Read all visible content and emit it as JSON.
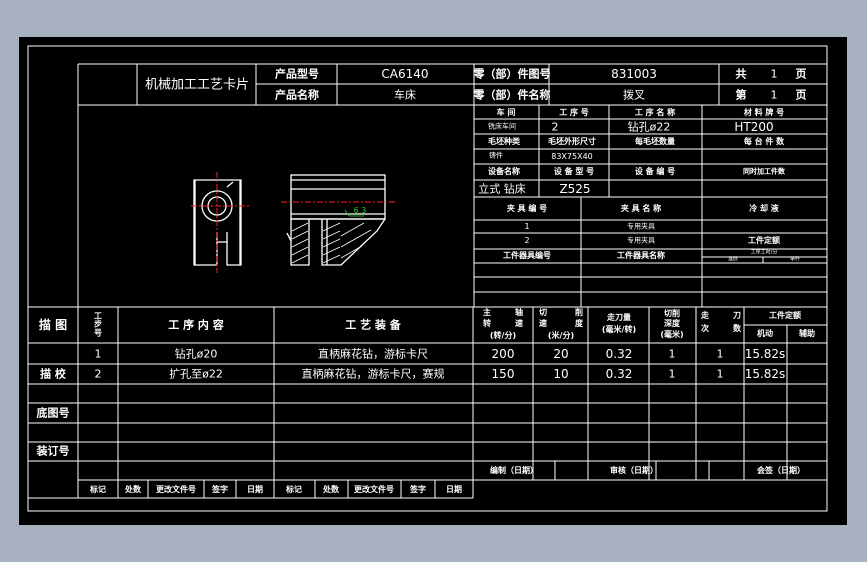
{
  "header": {
    "card_title": "机械加工工艺卡片",
    "product_model_label": "产品型号",
    "product_model": "CA6140",
    "product_name_label": "产品名称",
    "product_name": "车床",
    "part_no_label": "零（部）件图号",
    "part_no": "831003",
    "part_name_label": "零（部）件名称",
    "part_name": "拨叉",
    "total_label": "共",
    "total_value": "1",
    "page_unit": "页",
    "page_label": "第",
    "page_value": "1",
    "page_unit2": "页"
  },
  "info": {
    "workshop_label": "车 间",
    "seq_label": "工 序 号",
    "op_name_label": "工 序 名 称",
    "material_label": "材 料 牌 号",
    "workshop": "铣床车间",
    "seq": "2",
    "op_name": "钻孔ø22",
    "material": "HT200",
    "blank_type_label": "毛坯种类",
    "blank_size_label": "毛坯外形尺寸",
    "blank_count_label": "每毛坯数量",
    "per_unit_label": "每 台 件 数",
    "blank_type": "铸件",
    "blank_size": "83X75X40",
    "equip_name_label": "设备名称",
    "equip_model_label": "设 备 型 号",
    "equip_no_label": "设 备 编 号",
    "simul_label": "同时加工件数",
    "equip_name": "立式 钻床",
    "equip_model": "Z525",
    "fixture_no_label": "夹 具 编 号",
    "fixture_name_label": "夹 具 名 称",
    "coolant_label": "冷 却 液",
    "fixture_rows": [
      {
        "no": "1",
        "name": "专用夹具"
      },
      {
        "no": "2",
        "name": "专用夹具"
      }
    ],
    "station_tool_no_label": "工件器具编号",
    "station_tool_name_label": "工件器具名称",
    "time_quota_label": "工件定额",
    "unit_time_label": "工序工时/分",
    "prep_label": "准终",
    "single_label": "单件"
  },
  "drawing": {
    "dim_label": "6.3"
  },
  "process": {
    "col_step": "工步号",
    "col_content": "工 序 内 容",
    "col_equip": "工 艺 装 备",
    "col_speed": "主轴转速（转/分）",
    "col_speed_l1": "主",
    "col_speed_l2": "轴",
    "col_speed_l3": "转",
    "col_speed_l4": "速",
    "col_speed_unit": "(转/分)",
    "col_cut_l1": "切",
    "col_cut_l2": "削",
    "col_cut_l3": "速",
    "col_cut_l4": "度",
    "col_cut_unit": "(米/分)",
    "col_feed": "走刀量",
    "col_feed_unit": "(毫米/转)",
    "col_depth_l1": "切削",
    "col_depth_l2": "深度",
    "col_depth_unit": "(毫米)",
    "col_passes_l1": "走",
    "col_passes_l2": "刀",
    "col_passes_l3": "次",
    "col_passes_l4": "数",
    "col_quota": "工件定额",
    "col_machine": "机动",
    "col_aux": "辅助",
    "rows": [
      {
        "step": "1",
        "content": "钻孔ø20",
        "equip": "直柄麻花钻，游标卡尺",
        "speed": "200",
        "cut": "20",
        "feed": "0.32",
        "depth": "1",
        "passes": "1",
        "machine": "15.82s"
      },
      {
        "step": "2",
        "content": "扩孔至ø22",
        "equip": "直柄麻花钻，游标卡尺，赛规",
        "speed": "150",
        "cut": "10",
        "feed": "0.32",
        "depth": "1",
        "passes": "1",
        "machine": "15.82s"
      }
    ]
  },
  "side": {
    "draw": "描 图",
    "check": "描 校",
    "base_no": "底图号",
    "binding_no": "装订号"
  },
  "footer": {
    "compile": "编制（日期）",
    "review": "审核（日期）",
    "sign": "会签（日期）",
    "mark": "标记",
    "place": "处数",
    "doc": "更改文件号",
    "signature": "签字",
    "date": "日期",
    "mark2": "标记",
    "place2": "处数",
    "doc2": "更改文件号",
    "signature2": "签字",
    "date2": "日期"
  },
  "colors": {
    "background": "#000000",
    "frame": "#a8b1bf",
    "line": "#ffffff",
    "center_line": "#ff2020",
    "dim_text": "#20d020"
  }
}
